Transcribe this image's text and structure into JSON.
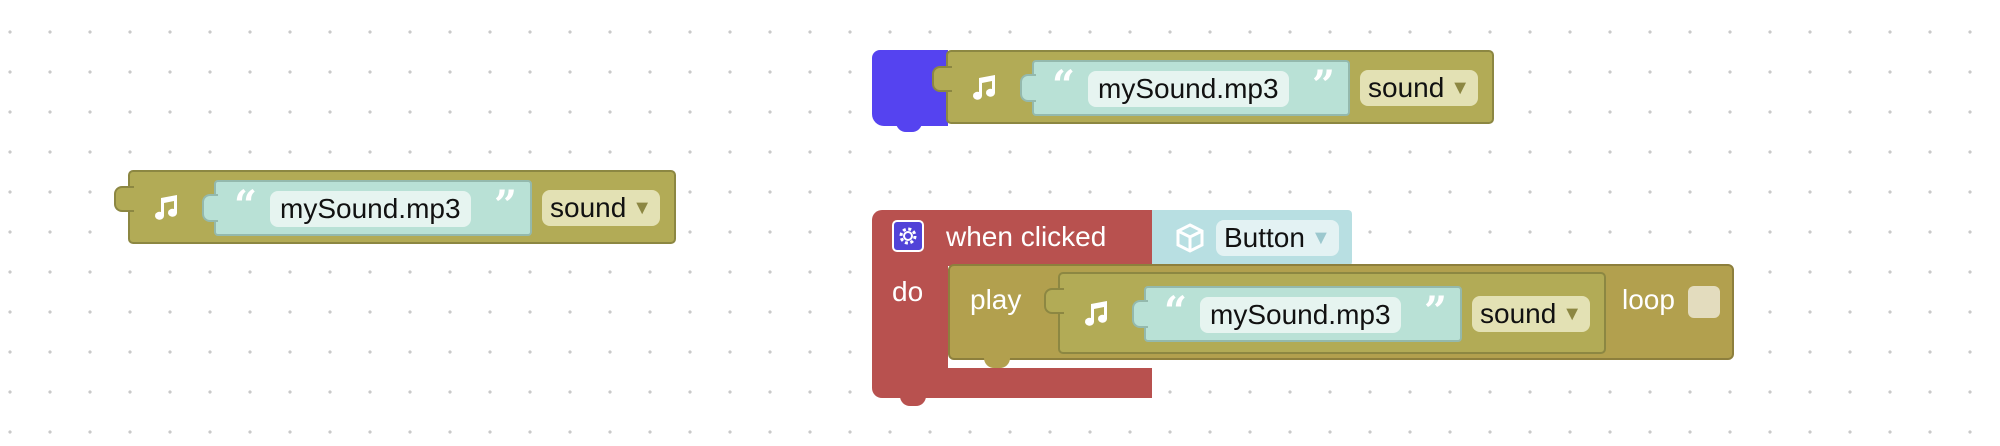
{
  "workspace": {
    "background": "#ffffff",
    "grid_dot_color": "#c9c9c9"
  },
  "colors": {
    "sound_block": "#b2ab56",
    "text_block": "#b9e1d6",
    "event_block": "#b8514f",
    "play_block": "#b2a04e",
    "target_block": "#b8dfe2",
    "floating_piece": "#5543f0"
  },
  "block_standalone": {
    "icon": "music-note-icon",
    "filename": "mySound.mp3",
    "dropdown": "sound",
    "open_quote": "“",
    "close_quote": "”"
  },
  "block_top": {
    "icon": "music-note-icon",
    "filename": "mySound.mp3",
    "dropdown": "sound",
    "open_quote": "“",
    "close_quote": "”"
  },
  "event": {
    "gear_icon": "gear-icon",
    "when_label": "when clicked",
    "target_icon": "cube-icon",
    "target_value": "Button",
    "do_label": "do",
    "play_label": "play",
    "loop_label": "loop",
    "loop_checked": false,
    "sound": {
      "icon": "music-note-icon",
      "filename": "mySound.mp3",
      "dropdown": "sound",
      "open_quote": "“",
      "close_quote": "”"
    }
  }
}
